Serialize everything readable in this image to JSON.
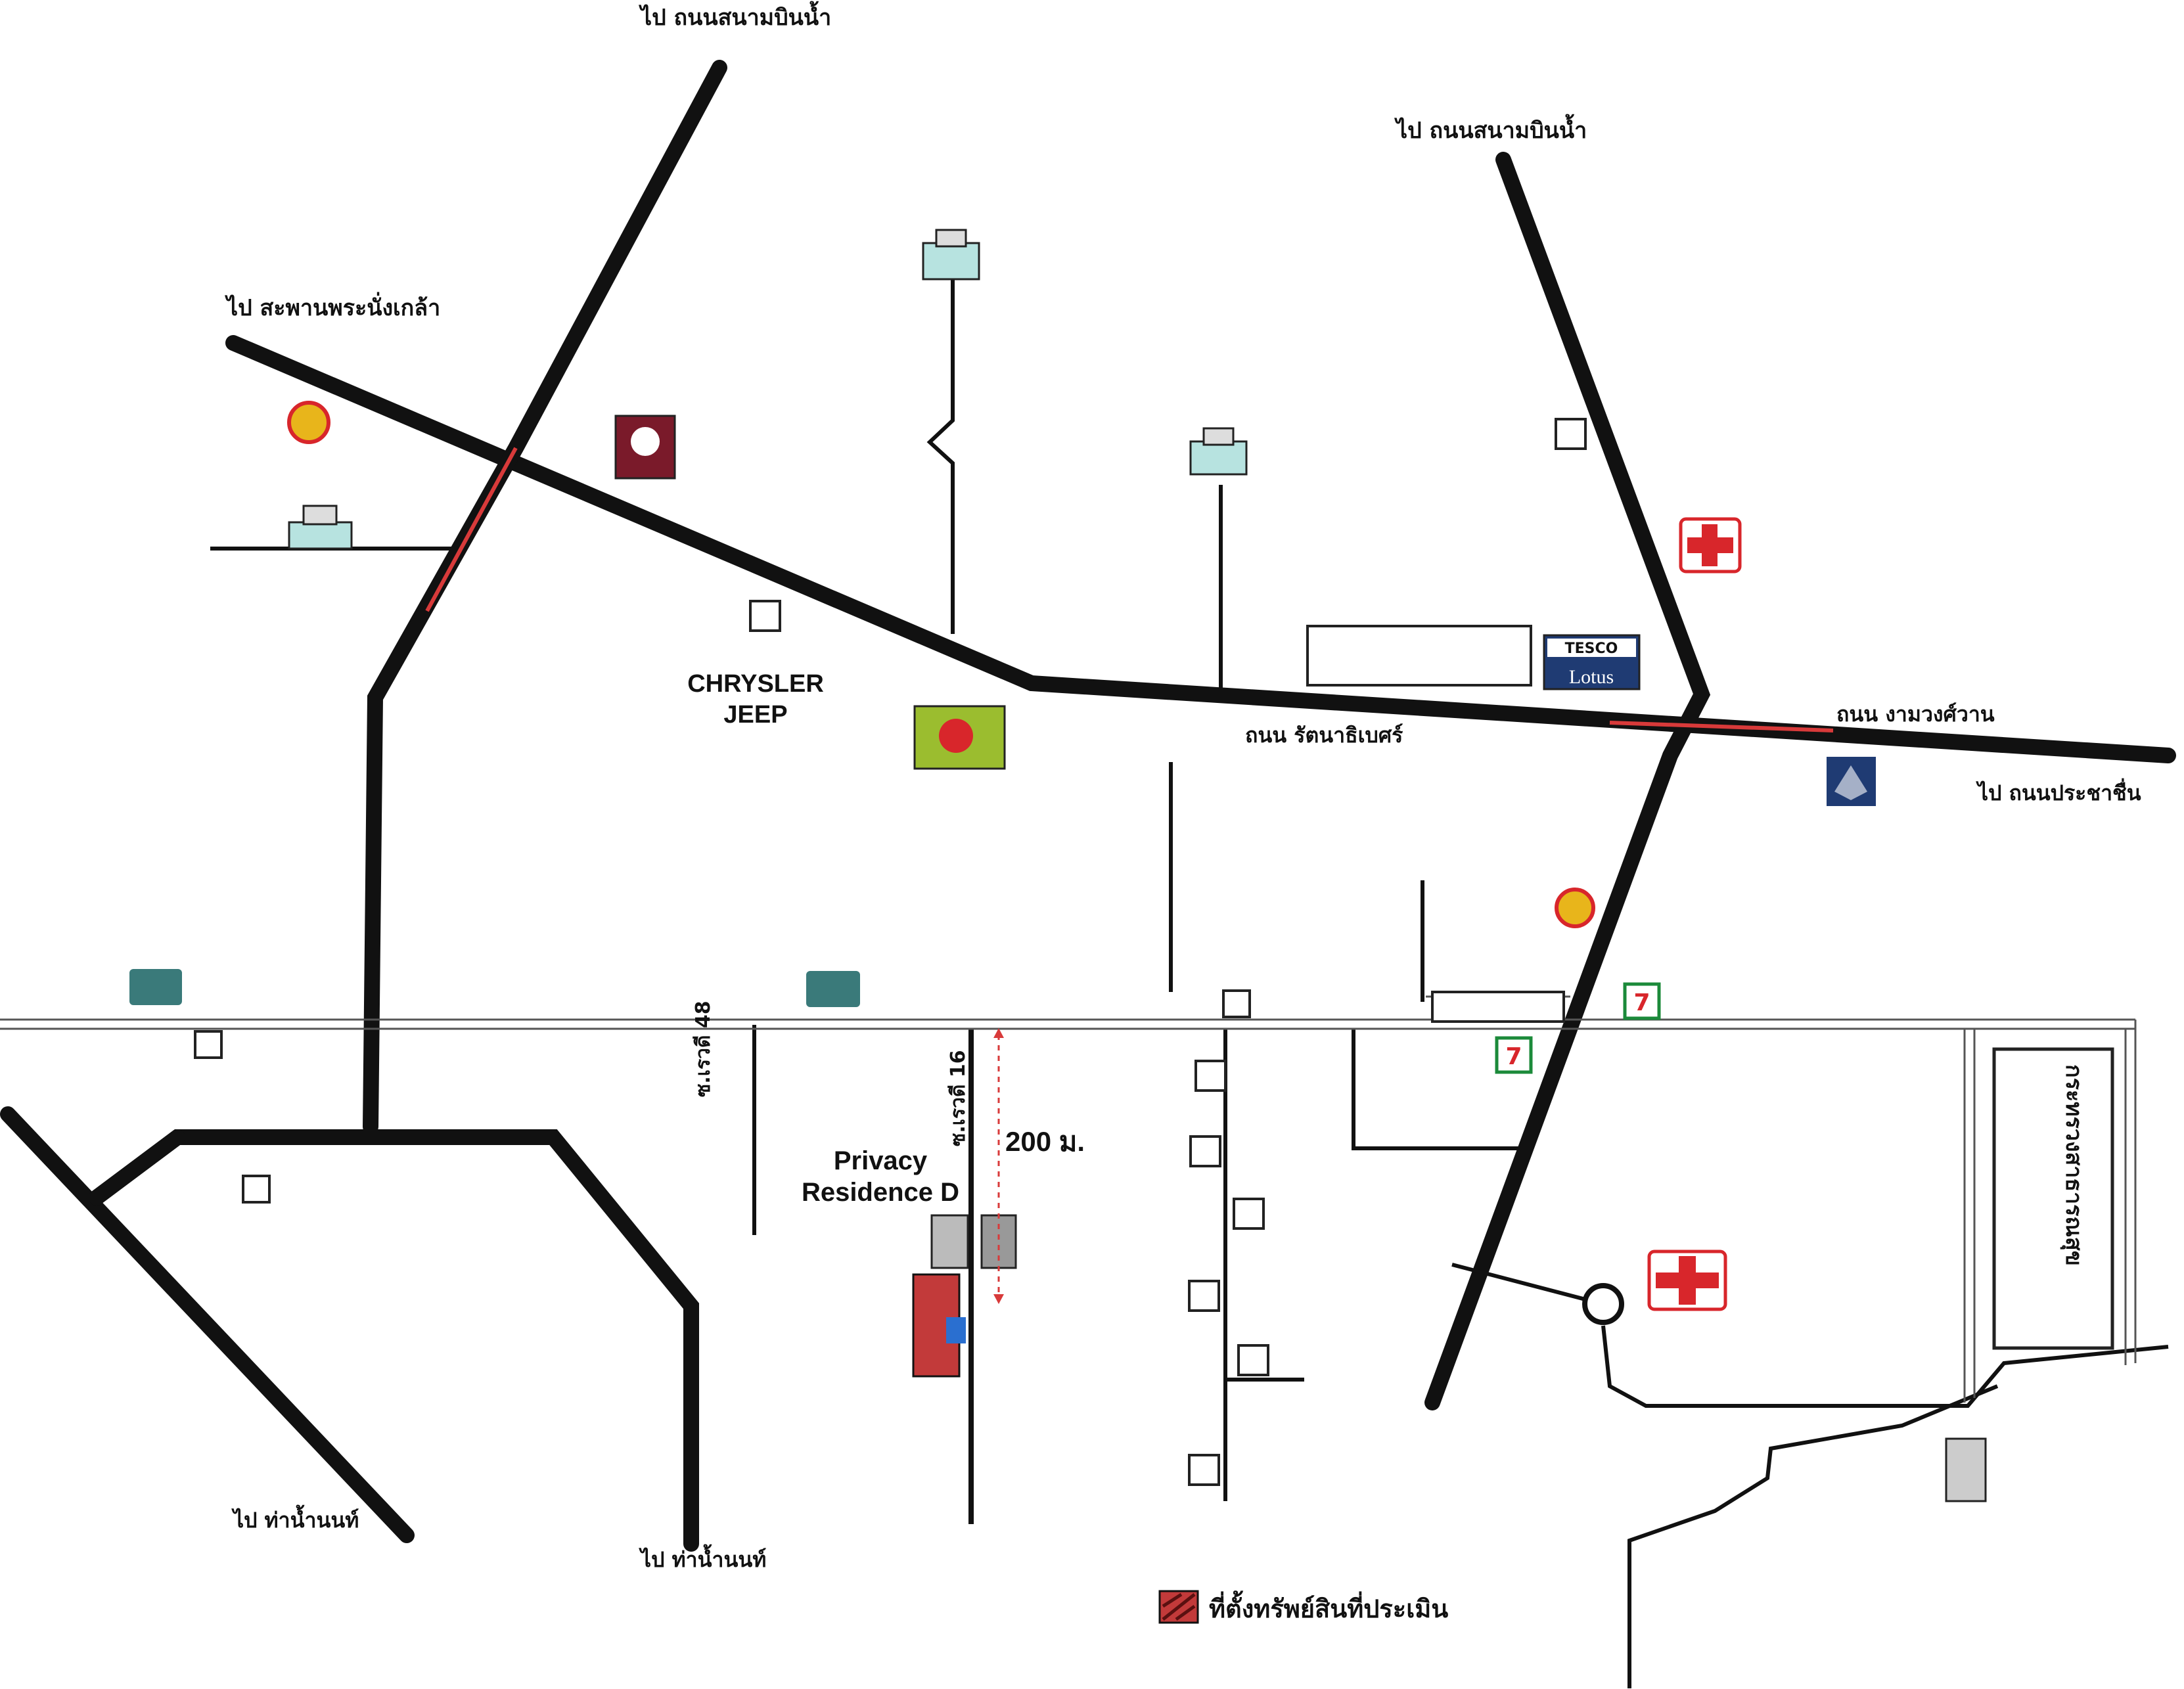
{
  "map": {
    "labels": {
      "to_top_left": "ไป ถนนสนามบินน้ำ",
      "to_top_right": "ไป ถนนสนามบินน้ำ",
      "to_bridge": "ไป สะพานพระนั่งเกล้า",
      "village_6": "",
      "village_2": "",
      "rd_left_side": "",
      "village_mid": "",
      "office_nonthaburi": "",
      "hosp_top": "",
      "chrysler": "CHRYSLER",
      "jeep": "JEEP",
      "rattanathibet_rd": "ถนน รัตนาธิเบศร์",
      "ngamwongwan_rd": "ถนน งามวงศ์วาน",
      "to_prachachuen": "ไป ถนนประชาชื่น",
      "khlong_label": "",
      "school_right": "",
      "tiwanon_rd": "",
      "soi_road_label": "",
      "org_label": "",
      "privacy": "Privacy",
      "residence": "Residence D",
      "distance": "200 ม.",
      "community_left": "",
      "market_label": "",
      "hospital_sri": "",
      "ministry": "กระทรวงสาธารณสุข",
      "to_tha_nam_1": "ไป ท่าน้ำนนท์",
      "to_tha_nam_2": "ไป ท่าน้ำนนท์",
      "condo_label": "",
      "to_krungthep": "",
      "legend": "ที่ตั้งทรัพย์สินที่ประเมิน",
      "soi_48": "ซ.เรวดี 48",
      "soi_16": "ซ.เรวดี 16",
      "soi_8": "",
      "soi_6": "",
      "soi_ratt_18": "",
      "soi_ratt_28": "",
      "soi_7": "",
      "soi_1": "",
      "lotus_top": "TESCO",
      "lotus_bottom": "Lotus",
      "post_office": "",
      "talad": "",
      "place_1": "",
      "place_2": "",
      "place_3": "",
      "place_4": "",
      "place_5": "",
      "place_6": "",
      "place_7": "",
      "place_8": ""
    },
    "colors": {
      "road": "#111111",
      "highlight": "#d83a3a",
      "cross": "#d8262b",
      "lotus": "#1f3b73",
      "shell": "#e8b51b",
      "site": "#c23a3a"
    },
    "icons": [
      "shell-icon",
      "hospital-icon",
      "building-icon",
      "bank-icon",
      "seven-eleven-icon",
      "lotus-logo",
      "store-icon"
    ]
  }
}
